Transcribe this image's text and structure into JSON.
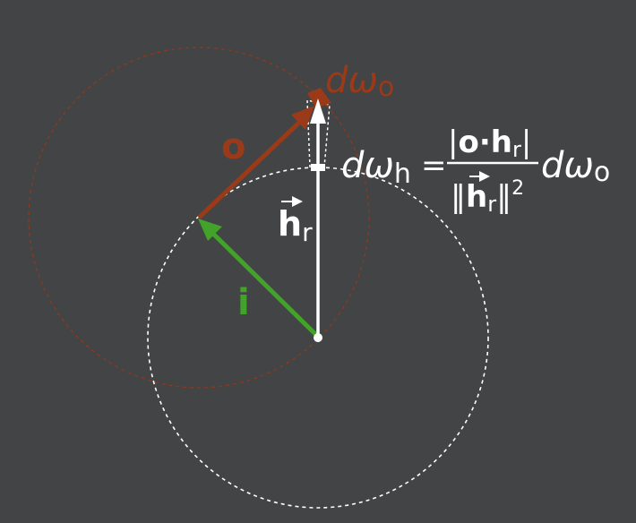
{
  "colors": {
    "background": "#424445",
    "white": "#ffffff",
    "outgoing": "#9a3a18",
    "outgoing_circle": "#8a3a20",
    "incident": "#43a22a"
  },
  "labels": {
    "d_omega_o_top": {
      "d": "d",
      "omega": "ω",
      "sub": "o"
    },
    "vector_o": "o",
    "vector_i": "i",
    "vector_h": {
      "main": "h",
      "sub": "r"
    }
  },
  "formula": {
    "lhs": {
      "d": "d",
      "omega": "ω",
      "sub": "h"
    },
    "equals": "=",
    "numerator": {
      "bar_l": "|",
      "o": "o",
      "dot": "·",
      "h": "h",
      "sub": "r",
      "bar_r": "|"
    },
    "denominator": {
      "norm_l": "‖",
      "h": "h",
      "sub": "r",
      "norm_r": "‖",
      "exp": "2"
    },
    "rhs": {
      "d": "d",
      "omega": "ω",
      "sub": "o"
    }
  }
}
